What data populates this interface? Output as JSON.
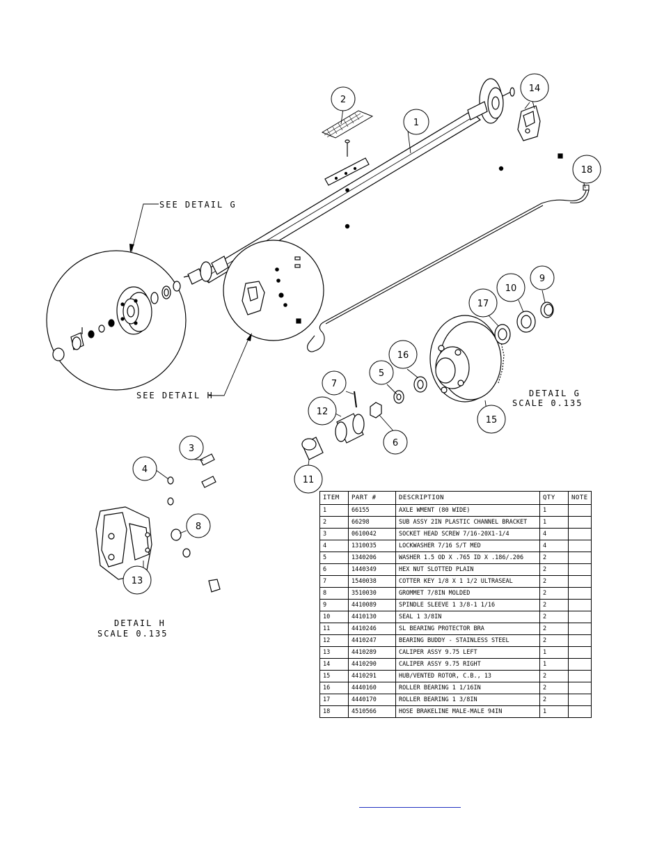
{
  "callouts": [
    "1",
    "2",
    "3",
    "4",
    "5",
    "6",
    "7",
    "8",
    "9",
    "10",
    "11",
    "12",
    "13",
    "14",
    "15",
    "16",
    "17",
    "18"
  ],
  "notes": {
    "see_detail_g": "SEE DETAIL  G",
    "see_detail_h": "SEE DETAIL  H",
    "detail_g_title": "DETAIL  G",
    "detail_g_scale": "SCALE  0.135",
    "detail_h_title": "DETAIL  H",
    "detail_h_scale": "SCALE  0.135"
  },
  "table": {
    "headers": [
      "ITEM",
      "PART #",
      "DESCRIPTION",
      "QTY",
      "NOTE"
    ],
    "rows": [
      {
        "item": "1",
        "part": "66155",
        "desc": "AXLE WMENT (80 WIDE)",
        "qty": "1",
        "note": ""
      },
      {
        "item": "2",
        "part": "66298",
        "desc": "SUB ASSY 2IN PLASTIC CHANNEL BRACKET",
        "qty": "1",
        "note": ""
      },
      {
        "item": "3",
        "part": "0610042",
        "desc": "SOCKET HEAD SCREW 7/16-20X1-1/4",
        "qty": "4",
        "note": ""
      },
      {
        "item": "4",
        "part": "1310035",
        "desc": "LOCKWASHER 7/16 S/T MED",
        "qty": "4",
        "note": ""
      },
      {
        "item": "5",
        "part": "1340206",
        "desc": "WASHER 1.5 OD X .765 ID X .186/.206",
        "qty": "2",
        "note": ""
      },
      {
        "item": "6",
        "part": "1440349",
        "desc": "HEX NUT SLOTTED PLAIN",
        "qty": "2",
        "note": ""
      },
      {
        "item": "7",
        "part": "1540038",
        "desc": "COTTER KEY 1/8 X 1 1/2 ULTRASEAL",
        "qty": "2",
        "note": ""
      },
      {
        "item": "8",
        "part": "3510030",
        "desc": "GROMMET  7/8IN MOLDED",
        "qty": "2",
        "note": ""
      },
      {
        "item": "9",
        "part": "4410089",
        "desc": "SPINDLE SLEEVE  1 3/8-1 1/16",
        "qty": "2",
        "note": ""
      },
      {
        "item": "10",
        "part": "4410130",
        "desc": "SEAL  1 3/8IN",
        "qty": "2",
        "note": ""
      },
      {
        "item": "11",
        "part": "4410246",
        "desc": "SL BEARING PROTECTOR BRA",
        "qty": "2",
        "note": ""
      },
      {
        "item": "12",
        "part": "4410247",
        "desc": "BEARING BUDDY - STAINLESS STEEL",
        "qty": "2",
        "note": ""
      },
      {
        "item": "13",
        "part": "4410289",
        "desc": "CALIPER ASSY 9.75 LEFT",
        "qty": "1",
        "note": ""
      },
      {
        "item": "14",
        "part": "4410290",
        "desc": "CALIPER ASSY 9.75 RIGHT",
        "qty": "1",
        "note": ""
      },
      {
        "item": "15",
        "part": "4410291",
        "desc": "HUB/VENTED ROTOR, C.B.,  13",
        "qty": "2",
        "note": ""
      },
      {
        "item": "16",
        "part": "4440160",
        "desc": "ROLLER BEARING   1 1/16IN",
        "qty": "2",
        "note": ""
      },
      {
        "item": "17",
        "part": "4440170",
        "desc": "ROLLER BEARING   1 3/8IN",
        "qty": "2",
        "note": ""
      },
      {
        "item": "18",
        "part": "4510566",
        "desc": "HOSE BRAKELINE MALE-MALE 94IN",
        "qty": "1",
        "note": ""
      }
    ]
  }
}
